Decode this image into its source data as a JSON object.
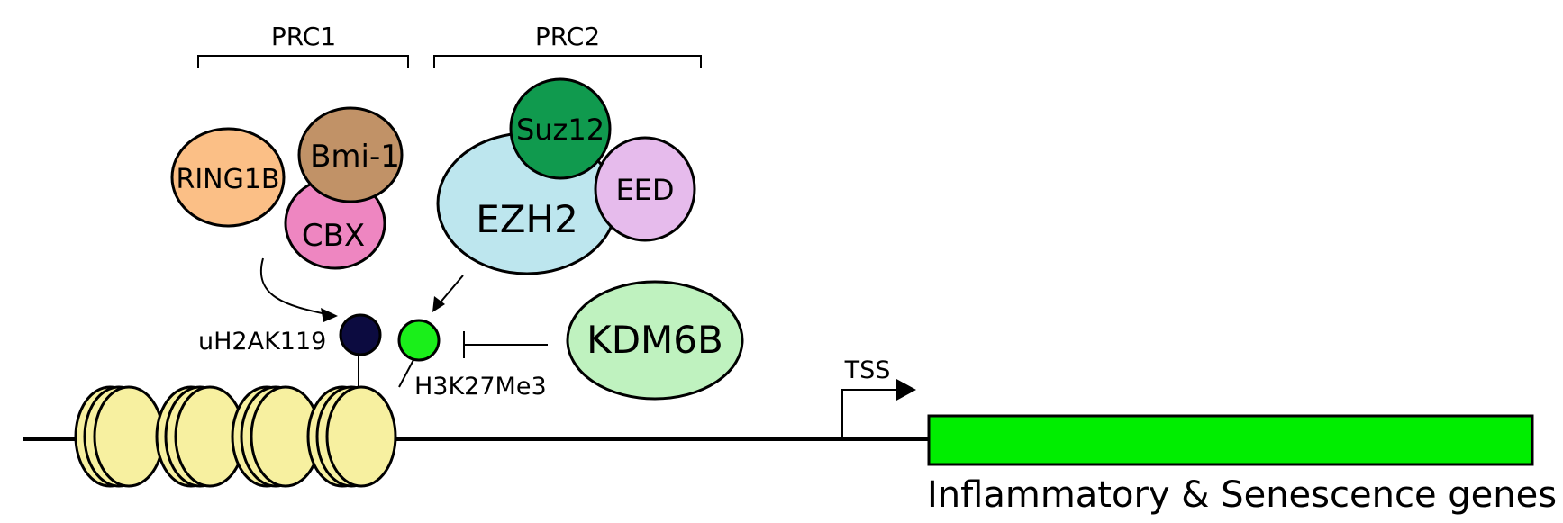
{
  "complexes": {
    "prc1": "PRC1",
    "prc2": "PRC2"
  },
  "proteins": {
    "ring1b": "RING1B",
    "bmi1": "Bmi-1",
    "cbx": "CBX",
    "ezh2": "EZH2",
    "suz12": "Suz12",
    "eed": "EED",
    "kdm6b": "KDM6B"
  },
  "marks": {
    "uh2ak119": "uH2AK119",
    "h3k27me3": "H3K27Me3"
  },
  "tss": "TSS",
  "gene_label": "Inflammatory & Senescence genes",
  "colors": {
    "ring1b": "#fbbf86",
    "bmi1": "#c19267",
    "cbx": "#ee86c1",
    "ezh2": "#bde6ee",
    "suz12": "#109a4e",
    "eed": "#e6bbec",
    "kdm6b": "#bff2bf",
    "uh2ak119_dot": "#0c0b40",
    "h3k27me3_dot": "#1aef1a",
    "nucleosome": "#f7f0a0",
    "gene_bar": "#00ee00"
  }
}
